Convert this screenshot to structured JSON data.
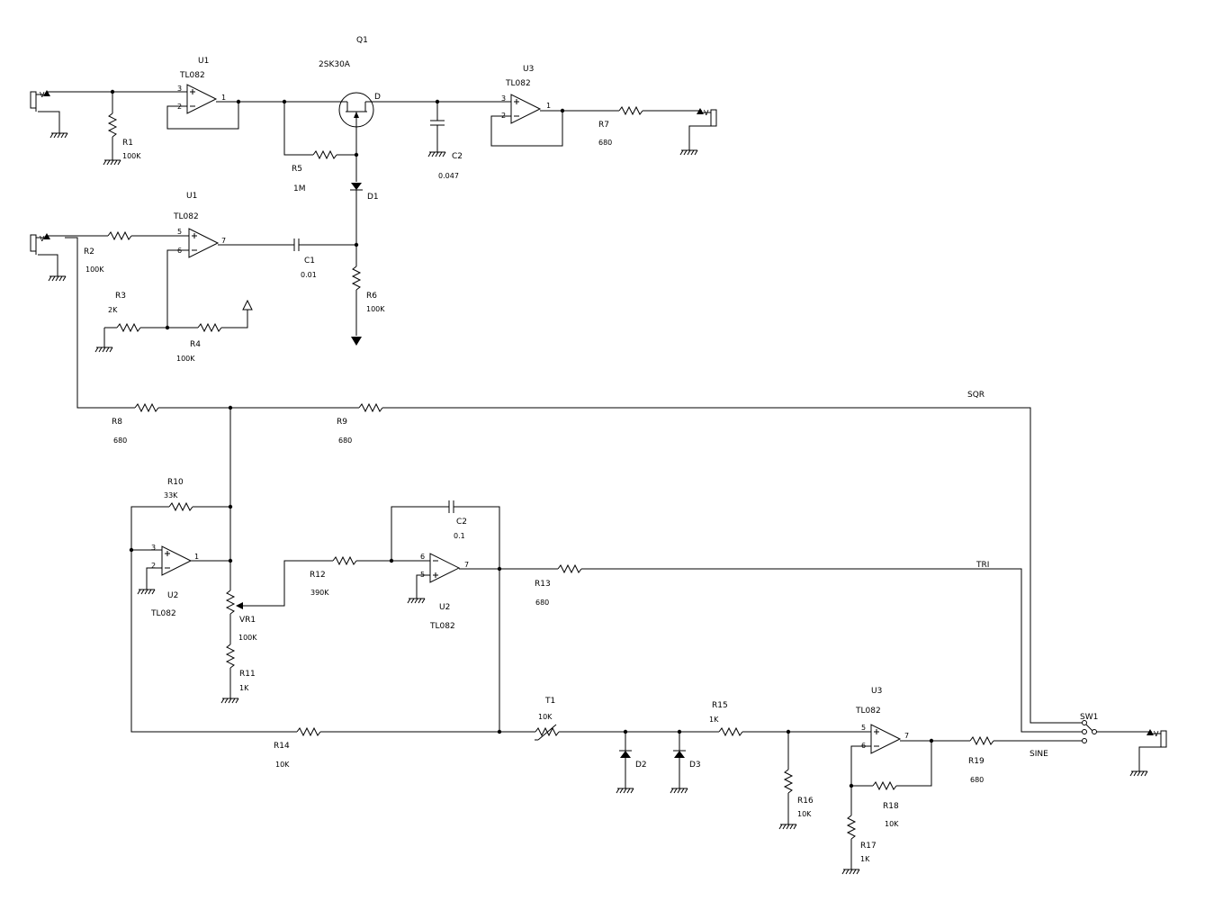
{
  "components": {
    "U1a": {
      "ref": "U1",
      "part": "TL082",
      "pin_plus": "3",
      "pin_minus": "2",
      "pin_out": "1"
    },
    "U1b": {
      "ref": "U1",
      "part": "TL082",
      "pin_plus": "5",
      "pin_minus": "6",
      "pin_out": "7"
    },
    "U2a": {
      "ref": "U2",
      "part": "TL082",
      "pin_plus": "3",
      "pin_minus": "2",
      "pin_out": "1"
    },
    "U2b": {
      "ref": "U2",
      "part": "TL082",
      "pin_plus": "5",
      "pin_minus": "6",
      "pin_out": "7"
    },
    "U3a": {
      "ref": "U3",
      "part": "TL082",
      "pin_plus": "3",
      "pin_minus": "2",
      "pin_out": "1"
    },
    "U3b": {
      "ref": "U3",
      "part": "TL082",
      "pin_plus": "5",
      "pin_minus": "6",
      "pin_out": "7"
    },
    "Q1": {
      "ref": "Q1",
      "part": "2SK30A",
      "pin_d": "D"
    },
    "R1": {
      "ref": "R1",
      "value": "100K"
    },
    "R2": {
      "ref": "R2",
      "value": "100K"
    },
    "R3": {
      "ref": "R3",
      "value": "2K"
    },
    "R4": {
      "ref": "R4",
      "value": "100K"
    },
    "R5": {
      "ref": "R5",
      "value": "1M"
    },
    "R6": {
      "ref": "R6",
      "value": "100K"
    },
    "R7": {
      "ref": "R7",
      "value": "680"
    },
    "R8": {
      "ref": "R8",
      "value": "680"
    },
    "R9": {
      "ref": "R9",
      "value": "680"
    },
    "R10": {
      "ref": "R10",
      "value": "33K"
    },
    "R11": {
      "ref": "R11",
      "value": "1K"
    },
    "R12": {
      "ref": "R12",
      "value": "390K"
    },
    "R13": {
      "ref": "R13",
      "value": "680"
    },
    "R14": {
      "ref": "R14",
      "value": "10K"
    },
    "R15": {
      "ref": "R15",
      "value": "1K"
    },
    "R16": {
      "ref": "R16",
      "value": "10K"
    },
    "R17": {
      "ref": "R17",
      "value": "1K"
    },
    "R18": {
      "ref": "R18",
      "value": "10K"
    },
    "R19": {
      "ref": "R19",
      "value": "680"
    },
    "VR1": {
      "ref": "VR1",
      "value": "100K"
    },
    "T1": {
      "ref": "T1",
      "value": "10K"
    },
    "C1": {
      "ref": "C1",
      "value": "0.01"
    },
    "C2a": {
      "ref": "C2",
      "value": "0.047"
    },
    "C2b": {
      "ref": "C2",
      "value": "0.1"
    },
    "D1": {
      "ref": "D1"
    },
    "D2": {
      "ref": "D2"
    },
    "D3": {
      "ref": "D3"
    },
    "SW1": {
      "ref": "SW1"
    }
  },
  "net_labels": {
    "sqr": "SQR",
    "tri": "TRI",
    "sine": "SINE"
  },
  "jack_label": "V"
}
